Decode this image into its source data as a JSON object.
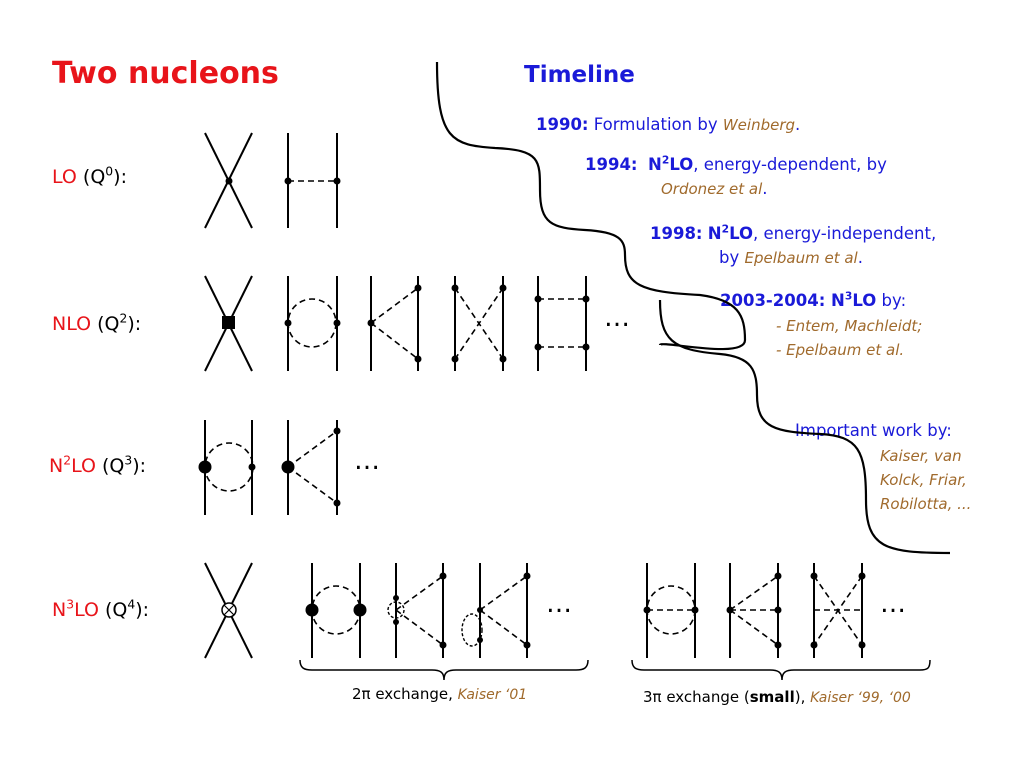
{
  "left": {
    "title": "Two nucleons",
    "orders": [
      {
        "label": "LO",
        "sup_base": "",
        "sup": "",
        "paren_open": "(Q",
        "paren_sup": "0",
        "paren_close": "):"
      },
      {
        "label": "NLO",
        "sup_base": "",
        "sup": "",
        "paren_open": "(Q",
        "paren_sup": "2",
        "paren_close": "):"
      },
      {
        "label_pre": "N",
        "label_sup": "2",
        "label_post": "LO",
        "paren_open": "(Q",
        "paren_sup": "3",
        "paren_close": "):"
      },
      {
        "label_pre": "N",
        "label_sup": "3",
        "label_post": "LO",
        "paren_open": "(Q",
        "paren_sup": "4",
        "paren_close": "):"
      }
    ],
    "ellipsis": "…",
    "captions": {
      "two_pi_pre": "2π exchange, ",
      "two_pi_ref": "Kaiser ‘01",
      "three_pi_pre": "3π exchange (",
      "three_pi_bold": "small",
      "three_pi_post": "), ",
      "three_pi_ref": "Kaiser ‘99, ‘00"
    }
  },
  "timeline": {
    "title": "Timeline",
    "e1990": {
      "year": "1990:",
      "text": "Formulation by ",
      "ref": "Weinberg",
      "end": "."
    },
    "e1994": {
      "year": "1994:",
      "n": "N",
      "sup": "2",
      "lo": "LO",
      "text": ", energy-dependent, by",
      "ref": "Ordonez et al",
      "end": "."
    },
    "e1998": {
      "year": "1998:",
      "n": "N",
      "sup": "2",
      "lo": "LO",
      "text": ", energy-independent,",
      "by": "by ",
      "ref": "Epelbaum et al",
      "end": "."
    },
    "e2003": {
      "year": "2003-2004: N",
      "sup": "3",
      "lo": "LO",
      "text": " by:",
      "ref1": "- Entem, Machleidt;",
      "ref2": "-  Epelbaum et al."
    },
    "important": {
      "text": "Important work by:",
      "ref1": "Kaiser, van",
      "ref2": "Kolck, Friar,",
      "ref3": "Robilotta, ..."
    }
  }
}
